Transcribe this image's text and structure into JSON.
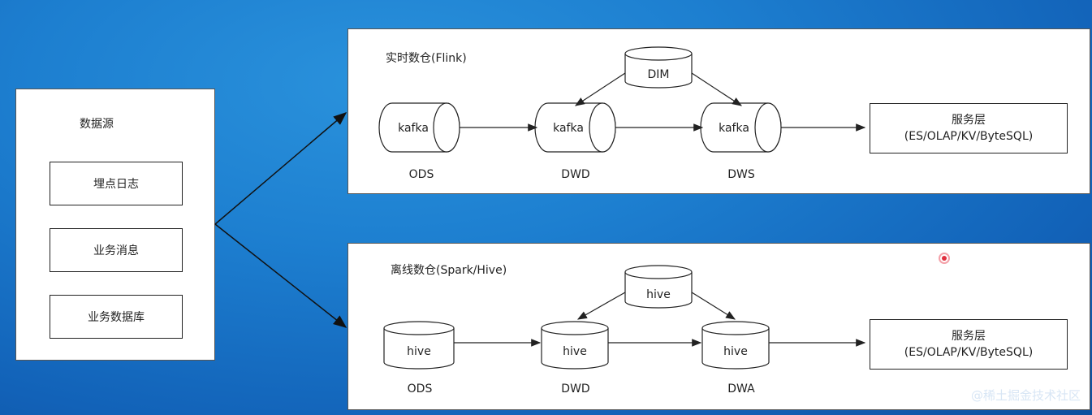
{
  "source_panel": {
    "title": "数据源",
    "items": [
      "埋点日志",
      "业务消息",
      "业务数据库"
    ]
  },
  "realtime": {
    "title": "实时数仓(Flink)",
    "dim": "DIM",
    "nodes": [
      {
        "store": "kafka",
        "layer": "ODS"
      },
      {
        "store": "kafka",
        "layer": "DWD"
      },
      {
        "store": "kafka",
        "layer": "DWS"
      }
    ],
    "service": {
      "title": "服务层",
      "detail": "(ES/OLAP/KV/ByteSQL)"
    }
  },
  "offline": {
    "title": "离线数仓(Spark/Hive)",
    "dim": "hive",
    "nodes": [
      {
        "store": "hive",
        "layer": "ODS"
      },
      {
        "store": "hive",
        "layer": "DWD"
      },
      {
        "store": "hive",
        "layer": "DWA"
      }
    ],
    "service": {
      "title": "服务层",
      "detail": "(ES/OLAP/KV/ByteSQL)"
    }
  },
  "watermark": "@稀土掘金技术社区",
  "colors": {
    "background": "#1d7fd0",
    "panel": "#ffffff",
    "stroke": "#222222",
    "cursor_dot": "#e0303f"
  }
}
